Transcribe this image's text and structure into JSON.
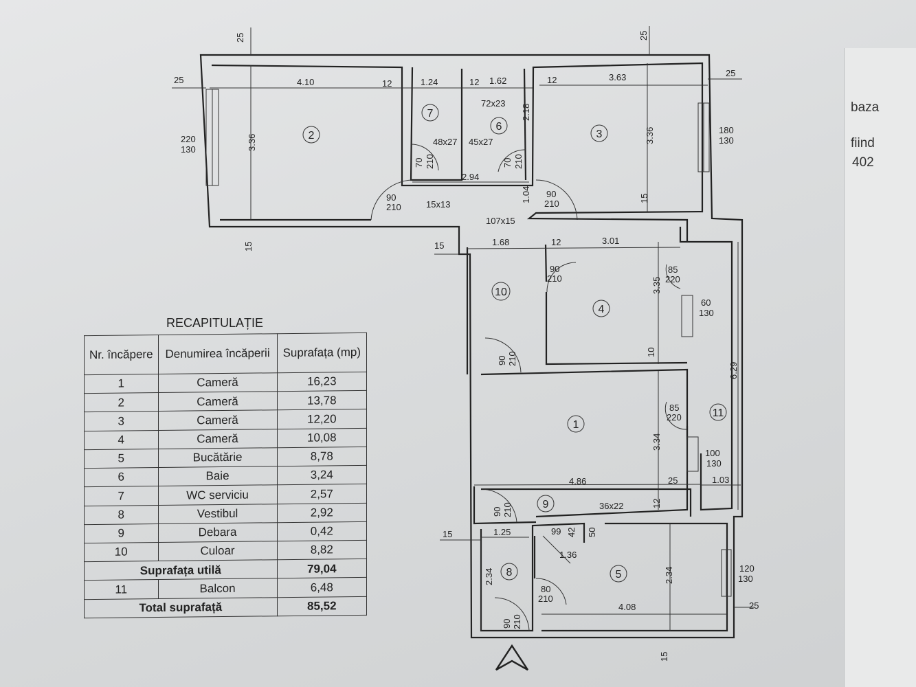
{
  "side_text": [
    "baza",
    "fiind",
    "402"
  ],
  "recap": {
    "title": "RECAPITULAȚIE",
    "headers": [
      "Nr. încăpere",
      "Denumirea încăperii",
      "Suprafața (mp)"
    ],
    "rows": [
      {
        "nr": "1",
        "name": "Cameră",
        "area": "16,23"
      },
      {
        "nr": "2",
        "name": "Cameră",
        "area": "13,78"
      },
      {
        "nr": "3",
        "name": "Cameră",
        "area": "12,20"
      },
      {
        "nr": "4",
        "name": "Cameră",
        "area": "10,08"
      },
      {
        "nr": "5",
        "name": "Bucătărie",
        "area": "8,78"
      },
      {
        "nr": "6",
        "name": "Baie",
        "area": "3,24"
      },
      {
        "nr": "7",
        "name": "WC serviciu",
        "area": "2,57"
      },
      {
        "nr": "8",
        "name": "Vestibul",
        "area": "2,92"
      },
      {
        "nr": "9",
        "name": "Debara",
        "area": "0,42"
      },
      {
        "nr": "10",
        "name": "Culoar",
        "area": "8,82"
      }
    ],
    "useful_label": "Suprafața utilă",
    "useful_value": "79,04",
    "balcony": {
      "nr": "11",
      "name": "Balcon",
      "area": "6,48"
    },
    "total_label": "Total suprafață",
    "total_value": "85,52"
  },
  "rooms": [
    "1",
    "2",
    "3",
    "4",
    "5",
    "6",
    "7",
    "8",
    "9",
    "10",
    "11"
  ],
  "dims": {
    "top25a": "25",
    "top25b": "25",
    "left25": "25",
    "right25": "25",
    "right25b": "25",
    "r2w": "4.10",
    "r7w": "1.24",
    "r6w": "1.62",
    "r3w": "3.63",
    "t12a": "12",
    "t12b": "12",
    "t12c": "12",
    "r2h": "3.36",
    "r3h": "3.36",
    "r6h": "2.18",
    "w220": "220",
    "w130a": "130",
    "w180": "180",
    "w130b": "130",
    "d72": "72x23",
    "d48": "48x27",
    "d45": "45x27",
    "d70a": "70",
    "d210a": "210",
    "d70b": "70",
    "d210b": "210",
    "c294": "2.94",
    "c104": "1.04",
    "d90a": "90",
    "d210c": "210",
    "d90b": "90",
    "d210d": "210",
    "d15x13": "15x13",
    "d107": "107x15",
    "l15a": "15",
    "l15b": "15",
    "r3_15": "15",
    "c168": "1.68",
    "t12d": "12",
    "r4w": "3.01",
    "d90c": "90",
    "d210e": "210",
    "d85a": "85",
    "d220a": "220",
    "r4h": "3.35",
    "w60": "60",
    "w130c": "130",
    "r10_10": "10",
    "b629": "6.29",
    "d90d": "90",
    "d210f": "210",
    "d85b": "85",
    "d220b": "220",
    "r1h": "3.34",
    "w100": "100",
    "w130d": "130",
    "r1w": "4.86",
    "c25": "25",
    "b103": "1.03",
    "d90e": "90",
    "d210g": "210",
    "c12": "12",
    "d36": "36x22",
    "d99": "99",
    "d42": "42",
    "d50": "50",
    "d136": "1.36",
    "l15c": "15",
    "r8w": "1.25",
    "r8h": "2.34",
    "r5h": "2.34",
    "d80": "80",
    "d210h": "210",
    "w120": "120",
    "w130e": "130",
    "r25c": "25",
    "r5w": "4.08",
    "d90f": "90",
    "d210i": "210",
    "b15": "15"
  }
}
